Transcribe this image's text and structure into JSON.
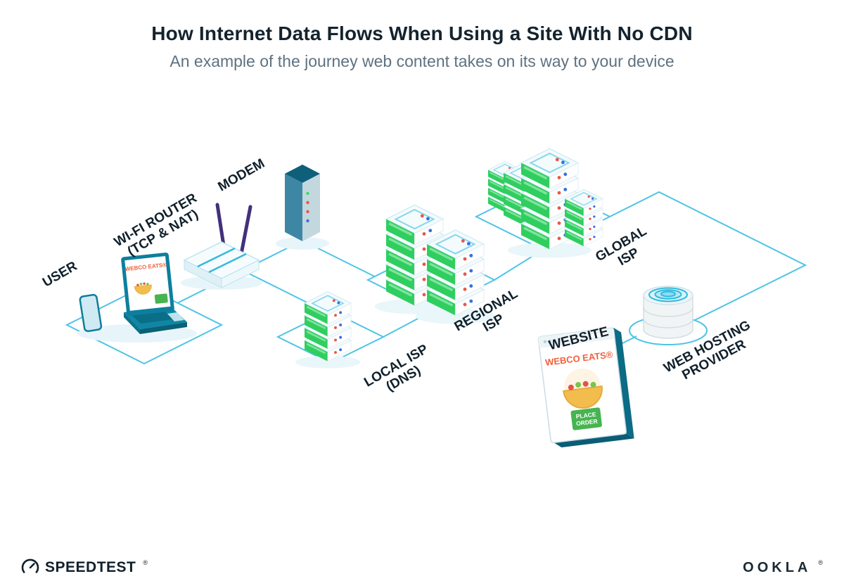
{
  "header": {
    "title": "How Internet Data Flows When Using a Site With No CDN",
    "subtitle": "An example of the journey web content takes on its way to your device"
  },
  "nodes": {
    "user": {
      "label": "USER"
    },
    "wifi_router": {
      "label_line1": "WI-FI ROUTER",
      "label_line2": "(TCP & NAT)"
    },
    "modem": {
      "label": "MODEM"
    },
    "local_isp": {
      "label_line1": "LOCAL ISP",
      "label_line2": "(DNS)"
    },
    "regional_isp": {
      "label_line1": "REGIONAL",
      "label_line2": "ISP"
    },
    "global_isp": {
      "label_line1": "GLOBAL",
      "label_line2": "ISP"
    },
    "website": {
      "label": "WEBSITE"
    },
    "web_hosting": {
      "label_line1": "WEB HOSTING",
      "label_line2": "PROVIDER"
    }
  },
  "website_screen": {
    "brand": "WEBCO EATS®",
    "button_line1": "PLACE",
    "button_line2": "ORDER"
  },
  "laptop_screen": {
    "brand": "WEBCO EATS®"
  },
  "footer": {
    "speedtest_label": "SPEEDTEST",
    "speedtest_mark": "®",
    "ookla_label": "OOKLA",
    "ookla_mark": "®"
  },
  "colors": {
    "connection_line": "#4fc4e6",
    "server_green": "#2fce5f",
    "teal_dark": "#0f7d9c",
    "brand_orange": "#f2603d",
    "button_green": "#46b450",
    "label_black": "#10202b"
  }
}
